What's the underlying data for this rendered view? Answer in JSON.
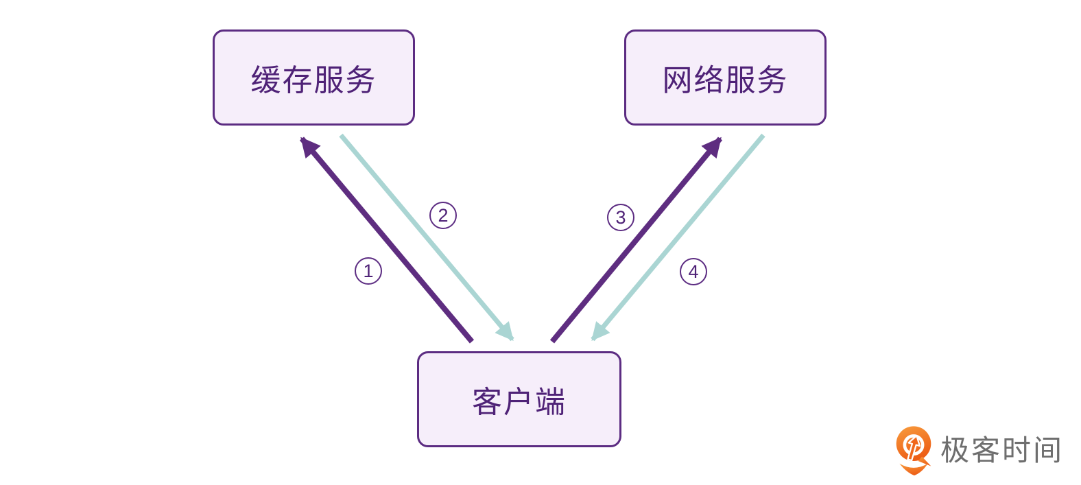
{
  "diagram": {
    "nodes": [
      {
        "id": "cache-service",
        "label": "缓存服务"
      },
      {
        "id": "network-service",
        "label": "网络服务"
      },
      {
        "id": "client",
        "label": "客户端"
      }
    ],
    "steps": [
      {
        "number": "1",
        "from": "客户端",
        "to": "缓存服务",
        "style": "solid-purple-arrow"
      },
      {
        "number": "2",
        "from": "缓存服务",
        "to": "客户端",
        "style": "solid-teal-arrow"
      },
      {
        "number": "3",
        "from": "客户端",
        "to": "网络服务",
        "style": "solid-purple-arrow"
      },
      {
        "number": "4",
        "from": "网络服务",
        "to": "客户端",
        "style": "solid-teal-arrow"
      }
    ]
  },
  "footer": {
    "brand": "极客时间"
  },
  "theme": {
    "node_fill": "#F6EEFA",
    "node_border": "#5C2C82",
    "node_text": "#4F2277",
    "arrow_primary": "#5E2D80",
    "arrow_secondary": "#AAD5D3",
    "badge_border": "#5C2C82",
    "badge_text": "#4F2277",
    "brand_orange": "#F0671B",
    "brand_text": "#6E6E6E",
    "background": "#FFFFFF"
  }
}
